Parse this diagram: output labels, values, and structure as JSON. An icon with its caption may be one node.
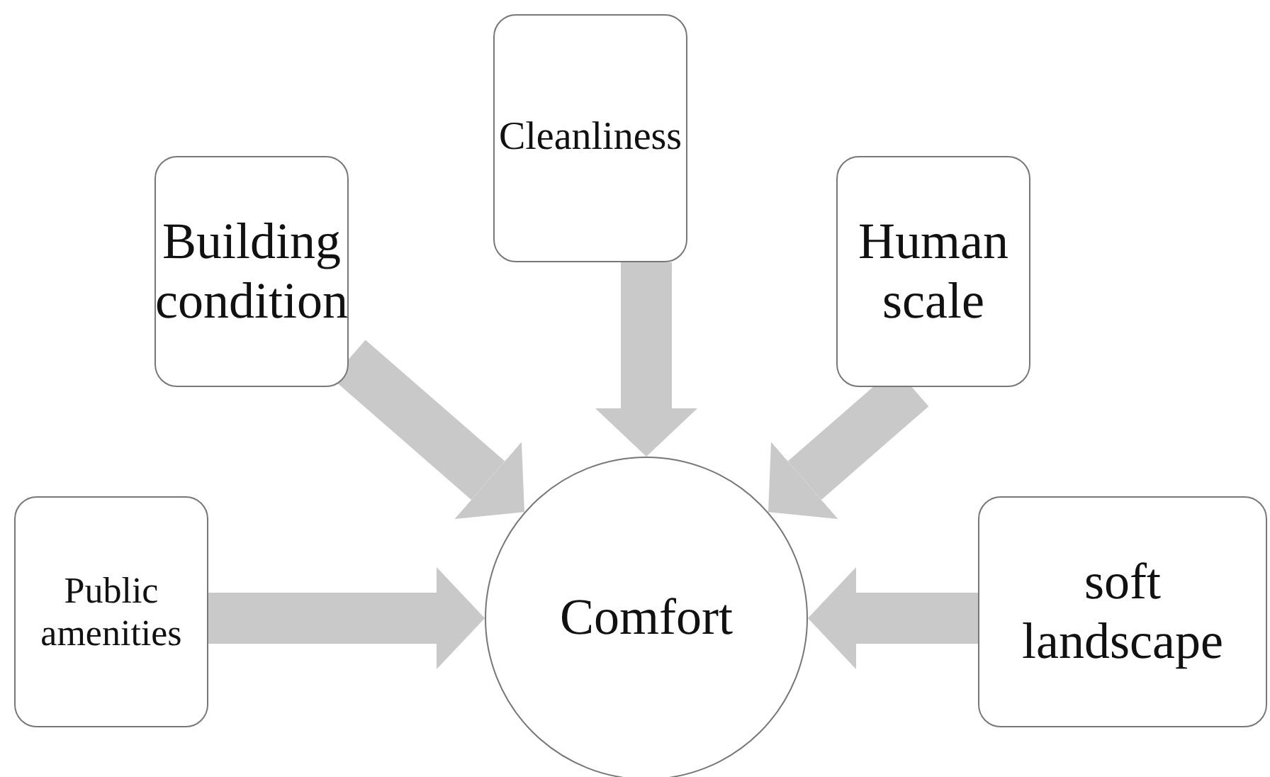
{
  "diagram": {
    "nodes": [
      {
        "text": [
          "Comfort"
        ]
      },
      {
        "text": [
          "Building condition"
        ]
      },
      {
        "text": [
          "Cleanliness"
        ]
      },
      {
        "text": [
          "Human scale"
        ]
      },
      {
        "text": [
          "Public amenities"
        ]
      },
      {
        "text": [
          "soft landscape"
        ]
      }
    ],
    "edges": [
      {
        "from": 1,
        "to": 0,
        "arrow": "to"
      },
      {
        "from": 2,
        "to": 0,
        "arrow": "to"
      },
      {
        "from": 3,
        "to": 0,
        "arrow": "to"
      },
      {
        "from": 4,
        "to": 0,
        "arrow": "to"
      },
      {
        "from": 5,
        "to": 0,
        "arrow": "to"
      }
    ]
  }
}
